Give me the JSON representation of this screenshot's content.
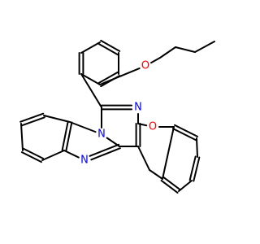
{
  "molecule": {
    "atoms": [
      {
        "id": "a1",
        "element": "C"
      },
      {
        "id": "a2",
        "element": "C"
      },
      {
        "id": "a3",
        "element": "C"
      },
      {
        "id": "a4",
        "element": "C"
      },
      {
        "id": "a5",
        "element": "C"
      },
      {
        "id": "a6",
        "element": "C"
      },
      {
        "id": "o1",
        "element": "O",
        "label": "O",
        "color": "#ff0000"
      },
      {
        "id": "b1",
        "element": "C"
      },
      {
        "id": "b2",
        "element": "C"
      },
      {
        "id": "b3",
        "element": "C"
      },
      {
        "id": "b4",
        "element": "C"
      },
      {
        "id": "c1",
        "element": "C"
      },
      {
        "id": "n2",
        "element": "N",
        "label": "N",
        "color": "#0000ff"
      },
      {
        "id": "n1",
        "element": "N",
        "label": "N",
        "color": "#0000ff"
      },
      {
        "id": "c2",
        "element": "C"
      },
      {
        "id": "c3",
        "element": "C"
      },
      {
        "id": "c4",
        "element": "C"
      },
      {
        "id": "o2",
        "element": "O",
        "label": "O",
        "color": "#ff0000"
      },
      {
        "id": "d1",
        "element": "C"
      },
      {
        "id": "d2",
        "element": "C"
      },
      {
        "id": "d3",
        "element": "C"
      },
      {
        "id": "d4",
        "element": "C"
      },
      {
        "id": "d5",
        "element": "C"
      },
      {
        "id": "d6",
        "element": "C"
      },
      {
        "id": "ch2",
        "element": "C"
      },
      {
        "id": "n3",
        "element": "N",
        "label": "N",
        "color": "#0000ff"
      },
      {
        "id": "e1",
        "element": "C"
      },
      {
        "id": "e2",
        "element": "C"
      },
      {
        "id": "e3",
        "element": "C"
      },
      {
        "id": "e4",
        "element": "C"
      },
      {
        "id": "e5",
        "element": "C"
      },
      {
        "id": "e6",
        "element": "C"
      }
    ],
    "bonds": [
      {
        "a": "a1",
        "b": "a2",
        "order": 1
      },
      {
        "a": "a2",
        "b": "a3",
        "order": 2
      },
      {
        "a": "a3",
        "b": "a4",
        "order": 1
      },
      {
        "a": "a4",
        "b": "a5",
        "order": 2
      },
      {
        "a": "a5",
        "b": "a6",
        "order": 1
      },
      {
        "a": "a6",
        "b": "a1",
        "order": 2
      },
      {
        "a": "a5",
        "b": "o1",
        "order": 1
      },
      {
        "a": "o1",
        "b": "b1",
        "order": 1
      },
      {
        "a": "b1",
        "b": "b2",
        "order": 1
      },
      {
        "a": "b2",
        "b": "b3",
        "order": 1
      },
      {
        "a": "b3",
        "b": "b4",
        "order": 1
      },
      {
        "a": "a6",
        "b": "c1",
        "order": 1
      },
      {
        "a": "c1",
        "b": "n2",
        "order": 2
      },
      {
        "a": "c1",
        "b": "n1",
        "order": 1
      },
      {
        "a": "n2",
        "b": "c4",
        "order": 1
      },
      {
        "a": "c4",
        "b": "c3",
        "order": 2
      },
      {
        "a": "c3",
        "b": "c2",
        "order": 1
      },
      {
        "a": "c2",
        "b": "n1",
        "order": 1
      },
      {
        "a": "c4",
        "b": "o2",
        "order": 1
      },
      {
        "a": "o2",
        "b": "d1",
        "order": 1
      },
      {
        "a": "d1",
        "b": "d2",
        "order": 2
      },
      {
        "a": "d2",
        "b": "d3",
        "order": 1
      },
      {
        "a": "d3",
        "b": "d4",
        "order": 2
      },
      {
        "a": "d4",
        "b": "d5",
        "order": 1
      },
      {
        "a": "d5",
        "b": "d6",
        "order": 2
      },
      {
        "a": "d6",
        "b": "d1",
        "order": 1
      },
      {
        "a": "d6",
        "b": "ch2",
        "order": 1
      },
      {
        "a": "ch2",
        "b": "c3",
        "order": 1
      },
      {
        "a": "c2",
        "b": "n3",
        "order": 2
      },
      {
        "a": "n3",
        "b": "e2",
        "order": 1
      },
      {
        "a": "e1",
        "b": "n1",
        "order": 1
      },
      {
        "a": "e1",
        "b": "e2",
        "order": 2
      },
      {
        "a": "e2",
        "b": "e3",
        "order": 1
      },
      {
        "a": "e3",
        "b": "e4",
        "order": 2
      },
      {
        "a": "e4",
        "b": "e5",
        "order": 1
      },
      {
        "a": "e5",
        "b": "e6",
        "order": 2
      },
      {
        "a": "e6",
        "b": "e1",
        "order": 1
      }
    ]
  }
}
